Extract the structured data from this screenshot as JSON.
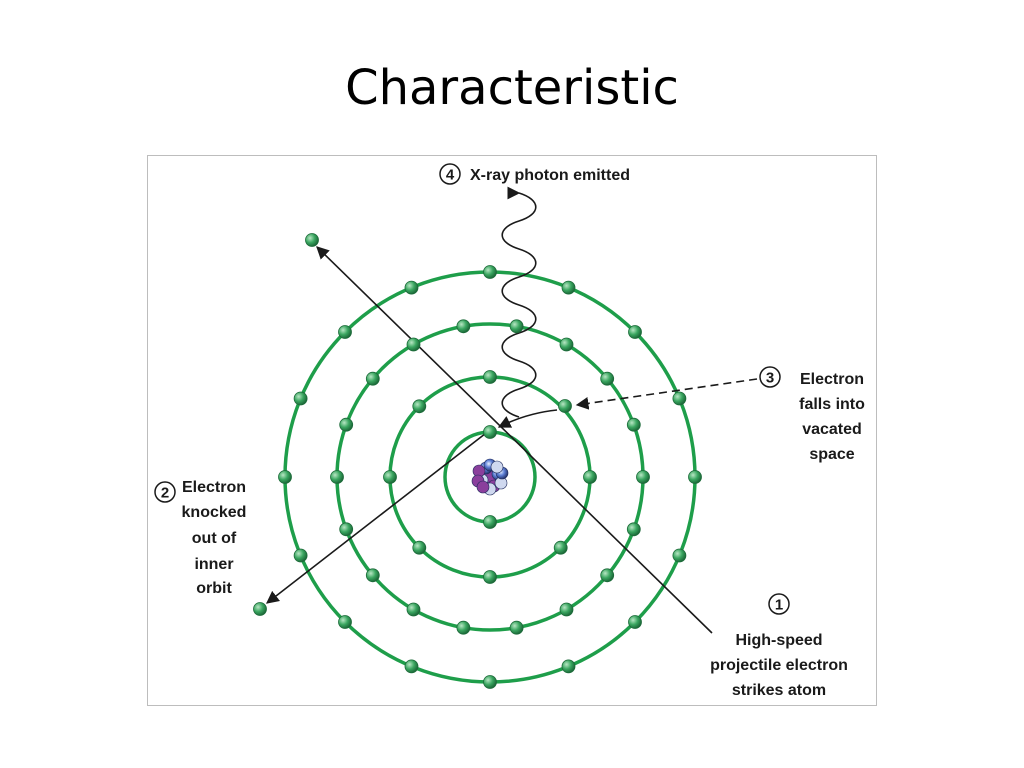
{
  "slide": {
    "title": "Characteristic"
  },
  "diagram": {
    "steps": [
      {
        "number": "1",
        "lines": [
          "High-speed",
          "projectile electron",
          "strikes atom"
        ]
      },
      {
        "number": "2",
        "lines": [
          "Electron",
          "knocked",
          "out of",
          "inner",
          "orbit"
        ]
      },
      {
        "number": "3",
        "lines": [
          "Electron",
          "falls into",
          "vacated",
          "space"
        ]
      },
      {
        "number": "4",
        "lines": [
          "X-ray photon emitted"
        ]
      }
    ],
    "colors": {
      "orbit": "#1e9e4a",
      "electron": "#2e8b57",
      "nucleus": "#3b5fbf",
      "arrow": "#1a1a1a"
    },
    "icons": [
      "nucleus-icon",
      "electron-icon",
      "numbered-circle-icon"
    ]
  }
}
